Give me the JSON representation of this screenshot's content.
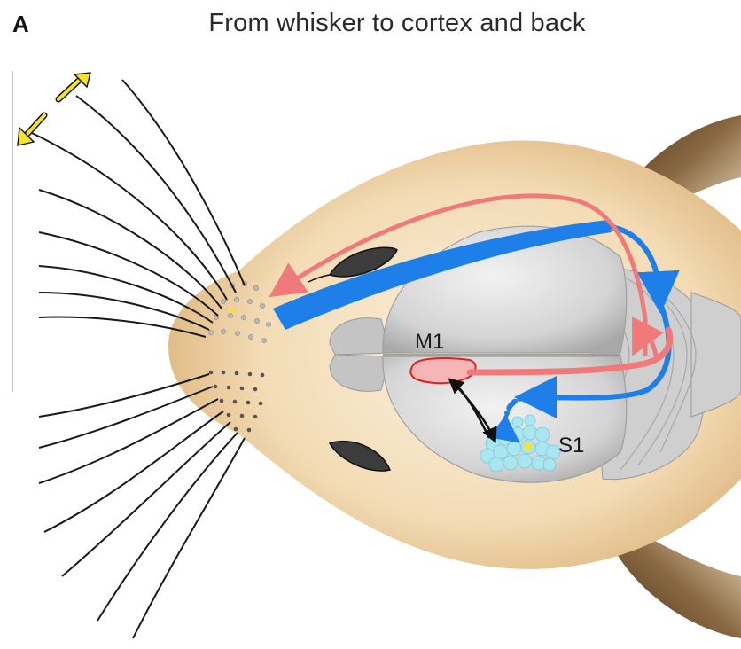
{
  "panel_label": "A",
  "title": "From whisker to cortex and back",
  "regions": {
    "m1_label": "M1",
    "s1_label": "S1"
  },
  "colors": {
    "head_fur": "#e8c48c",
    "brain": "#cfcfcf",
    "motor_pathway": "#f07a7a",
    "sensory_pathway": "#1f7fe8",
    "barrel_field": "#a8e6f0",
    "whisker_motion_arrow": "#f5e42a",
    "ear_inner": "#6b4a2a"
  },
  "icons": [
    "whisker-motion-arrow-icon",
    "eye-icon",
    "ear-icon"
  ]
}
